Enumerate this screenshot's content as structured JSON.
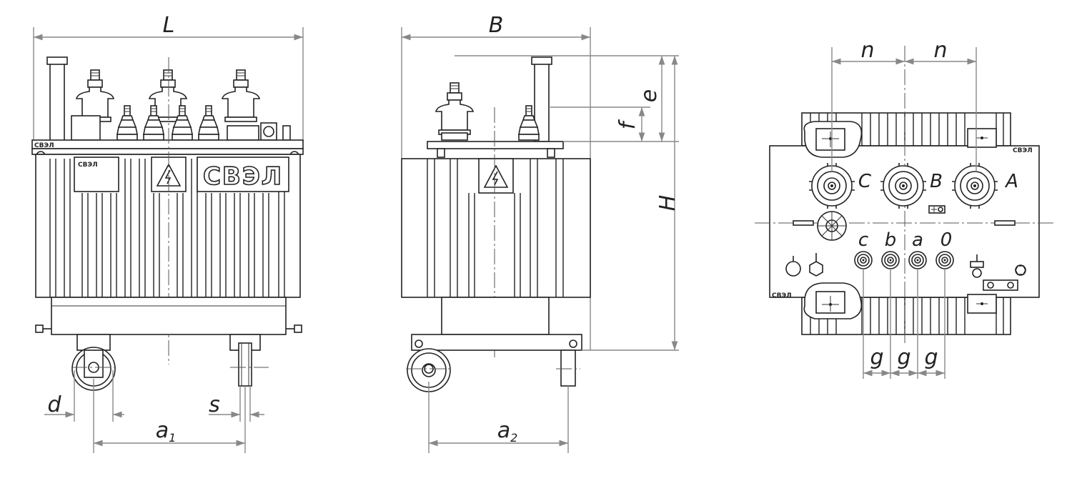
{
  "dimensions": {
    "L": "L",
    "B": "B",
    "H": "H",
    "e": "e",
    "f": "f",
    "n1": "n",
    "n2": "n",
    "d": "d",
    "s": "s",
    "a1_base": "a",
    "a1_sub": "1",
    "a2_base": "a",
    "a2_sub": "2",
    "g1": "g",
    "g2": "g",
    "g3": "g"
  },
  "terminals": {
    "hv": [
      "C",
      "B",
      "A"
    ],
    "lv": [
      "c",
      "b",
      "a",
      "0"
    ]
  },
  "branding": {
    "front_logo": "СВЭЛ",
    "small_logo": "СВЭЛ"
  }
}
